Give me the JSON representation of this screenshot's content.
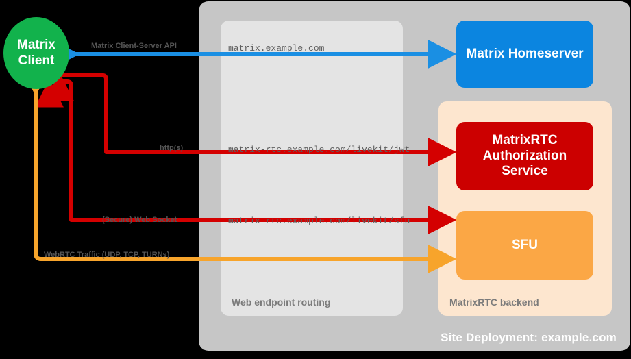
{
  "diagram": {
    "title": "Site Deployment: example.com",
    "panels": {
      "site": {
        "label": "Site Deployment: example.com",
        "color": "#c6c6c6"
      },
      "web_routing": {
        "label": "Web endpoint routing",
        "color": "#e4e4e4"
      },
      "rtc_backend": {
        "label": "MatrixRTC backend",
        "color": "#fde6cf"
      }
    },
    "nodes": [
      {
        "id": "matrix-client",
        "label": "Matrix\nClient",
        "line1": "Matrix",
        "line2": "Client",
        "shape": "circle",
        "color": "#12b24c"
      },
      {
        "id": "matrix-homeserver",
        "label": "Matrix Homeserver",
        "shape": "rounded-rect",
        "color": "#0b85e0"
      },
      {
        "id": "rtc-auth",
        "line1": "MatrixRTC",
        "line2": "Authorization",
        "line3": "Service",
        "label": "MatrixRTC Authorization Service",
        "shape": "rounded-rect",
        "color": "#cc0000"
      },
      {
        "id": "sfu",
        "label": "SFU",
        "shape": "rounded-rect",
        "color": "#fba745"
      }
    ],
    "edges": [
      {
        "id": "cs-api",
        "protocol_label": "Matrix Client-Server API",
        "endpoint": "matrix.example.com",
        "color": "#1a8fe3",
        "direction": "bidirectional",
        "from": "matrix-client",
        "to": "matrix-homeserver"
      },
      {
        "id": "jwt",
        "protocol_label": "http(s)",
        "endpoint": "matrix-rtc.example.com/livekit/jwt",
        "color": "#d40000",
        "direction": "bidirectional",
        "from": "matrix-client",
        "to": "rtc-auth"
      },
      {
        "id": "sfu-ws",
        "protocol_label": "(Secure) Web Socket",
        "endpoint": "matrix-rtc.example.com/livekit/sfu",
        "color": "#d40000",
        "direction": "bidirectional",
        "from": "matrix-client",
        "to": "sfu"
      },
      {
        "id": "webrtc",
        "protocol_label": "WebRTC Traffic (UDP, TCP, TURNs)",
        "endpoint": "",
        "color": "#f7a42b",
        "direction": "bidirectional",
        "from": "matrix-client",
        "to": "sfu"
      }
    ]
  }
}
